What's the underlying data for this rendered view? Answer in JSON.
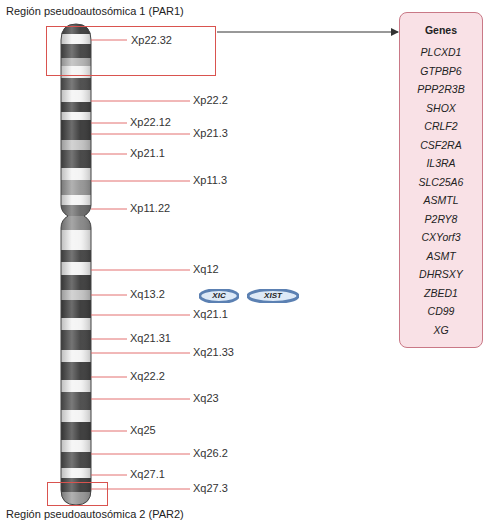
{
  "diagram": {
    "nodes": [
      {
        "text": [
          "Región pseudoautosómica 1 (PAR1)",
          "Xp22.32"
        ]
      },
      {
        "text": [
          "Genes",
          "PLCXD1",
          "GTPBP6",
          "PPP2R3B",
          "SHOX",
          "CRLF2",
          "CSF2RA",
          "IL3RA",
          "SLC25A6",
          "ASMTL",
          "P2RY8",
          "CXYorf3",
          "ASMT",
          "DHRSXY",
          "ZBED1",
          "CD99",
          "XG"
        ]
      },
      {
        "text": [
          "XIC"
        ]
      },
      {
        "text": [
          "XIST"
        ]
      },
      {
        "text": [
          "Región pseudoautosómica 2 (PAR2)"
        ]
      }
    ],
    "edges": [
      {
        "from": 0,
        "to": 1,
        "arrow": "to"
      }
    ],
    "labels": [
      "Xp22.2",
      "Xp22.12",
      "Xp21.3",
      "Xp21.1",
      "Xp11.3",
      "Xp11.22",
      "Xq12",
      "Xq13.2",
      "Xq21.1",
      "Xq21.31",
      "Xq21.33",
      "Xq22.2",
      "Xq23",
      "Xq25",
      "Xq26.2",
      "Xq27.1",
      "Xq27.3"
    ]
  }
}
